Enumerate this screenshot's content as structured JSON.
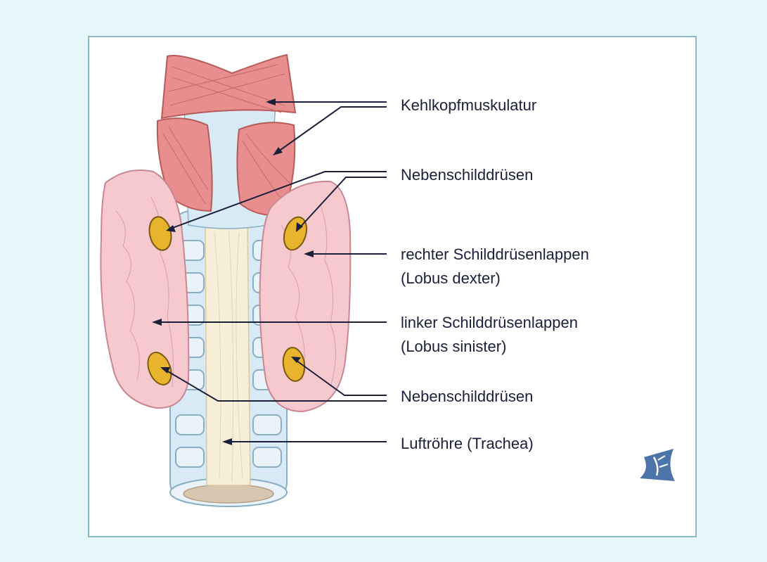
{
  "labels": {
    "larynx_muscles": "Kehlkopfmuskulatur",
    "parathyroid_upper": "Nebenschilddrüsen",
    "right_lobe_line1": "rechter Schilddrüsenlappen",
    "right_lobe_line2": "(Lobus dexter)",
    "left_lobe_line1": "linker Schilddrüsenlappen",
    "left_lobe_line2": "(Lobus sinister)",
    "parathyroid_lower": "Nebenschilddrüsen",
    "trachea": "Luftröhre (Trachea)"
  },
  "colors": {
    "background": "#e6f7fc",
    "frame_border": "#8fb7c6",
    "muscle": "#e98e8e",
    "thyroid": "#f6c9cf",
    "parathyroid": "#e8b42e",
    "trachea": "#f6eed6",
    "cartilage": "#d8eaf5",
    "leader_line": "#1c1f3b"
  },
  "icons": [
    "logo-icon"
  ]
}
